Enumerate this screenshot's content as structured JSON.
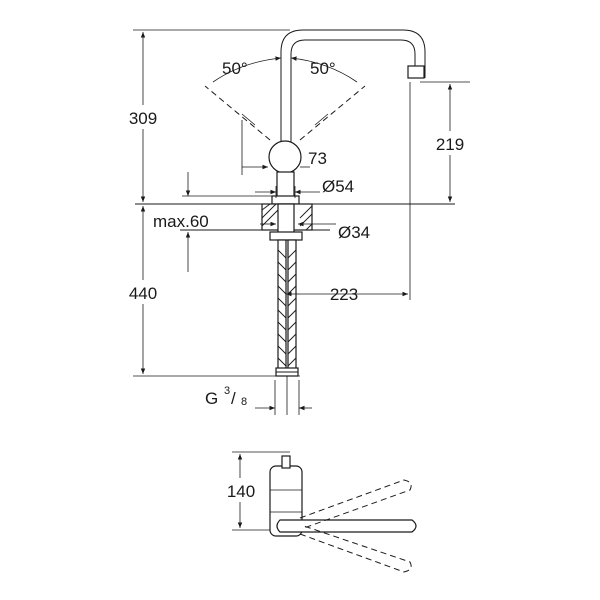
{
  "dimensions": {
    "angle_left": "50°",
    "angle_right": "50°",
    "height_total": "309",
    "height_spout": "219",
    "lever_diameter": "73",
    "base_diameter": "Ø54",
    "max_deck_thickness": "max.60",
    "hole_diameter": "Ø34",
    "hose_length": "440",
    "reach": "223",
    "connection_thread": "G",
    "connection_fraction_num": "3",
    "connection_fraction_den": "8",
    "top_view_depth": "140"
  }
}
